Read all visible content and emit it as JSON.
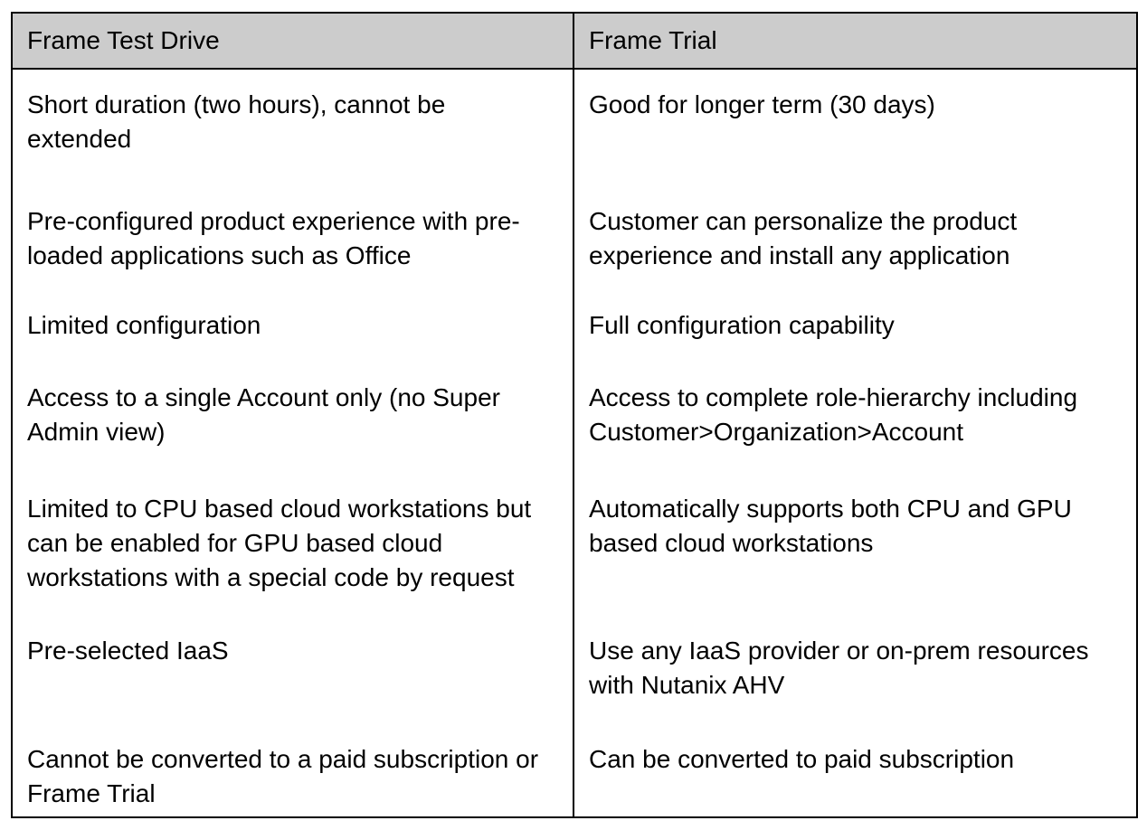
{
  "table": {
    "columns": [
      {
        "header": "Frame Test Drive"
      },
      {
        "header": "Frame Trial"
      }
    ],
    "rows": [
      {
        "test_drive": "Short duration (two hours), cannot be extended",
        "trial": "Good for longer term (30 days)"
      },
      {
        "test_drive": "Pre-configured product experience with pre-loaded applications such as Office",
        "trial": "Customer can personalize the product experience and install any application"
      },
      {
        "test_drive": "Limited configuration",
        "trial": "Full configuration capability"
      },
      {
        "test_drive": "Access to a single Account only (no Super Admin view)",
        "trial": "Access to complete role-hierarchy including Customer>Organization>Account"
      },
      {
        "test_drive": "Limited to CPU based cloud workstations but can be enabled for GPU based cloud workstations with a special code by request",
        "trial": "Automatically supports both CPU and GPU based cloud workstations"
      },
      {
        "test_drive": "Pre-selected IaaS",
        "trial": "Use any IaaS provider or on-prem resources with Nutanix AHV"
      },
      {
        "test_drive": "Cannot be converted to a paid subscription or Frame Trial",
        "trial": "Can be converted to paid subscription"
      }
    ],
    "colors": {
      "header_bg": "#cccccc",
      "border": "#000000",
      "text": "#000000",
      "page_background": "#ffffff"
    }
  }
}
